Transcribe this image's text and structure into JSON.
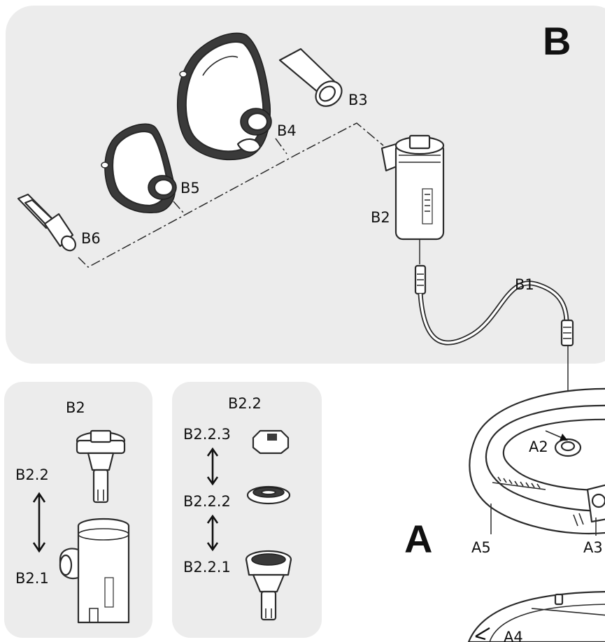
{
  "sections": {
    "b_title": "B",
    "a_title": "A"
  },
  "labels": {
    "b1": "B1",
    "b2": "B2",
    "b3": "B3",
    "b4": "B4",
    "b5": "B5",
    "b6": "B6",
    "a2": "A2",
    "a3": "A3",
    "a4": "A4",
    "a5": "A5"
  },
  "inset_b2": {
    "title": "B2",
    "top_part": "B2.2",
    "bottom_part": "B2.1"
  },
  "inset_b22": {
    "title": "B2.2",
    "part_3": "B2.2.3",
    "part_2": "B2.2.2",
    "part_1": "B2.2.1"
  }
}
